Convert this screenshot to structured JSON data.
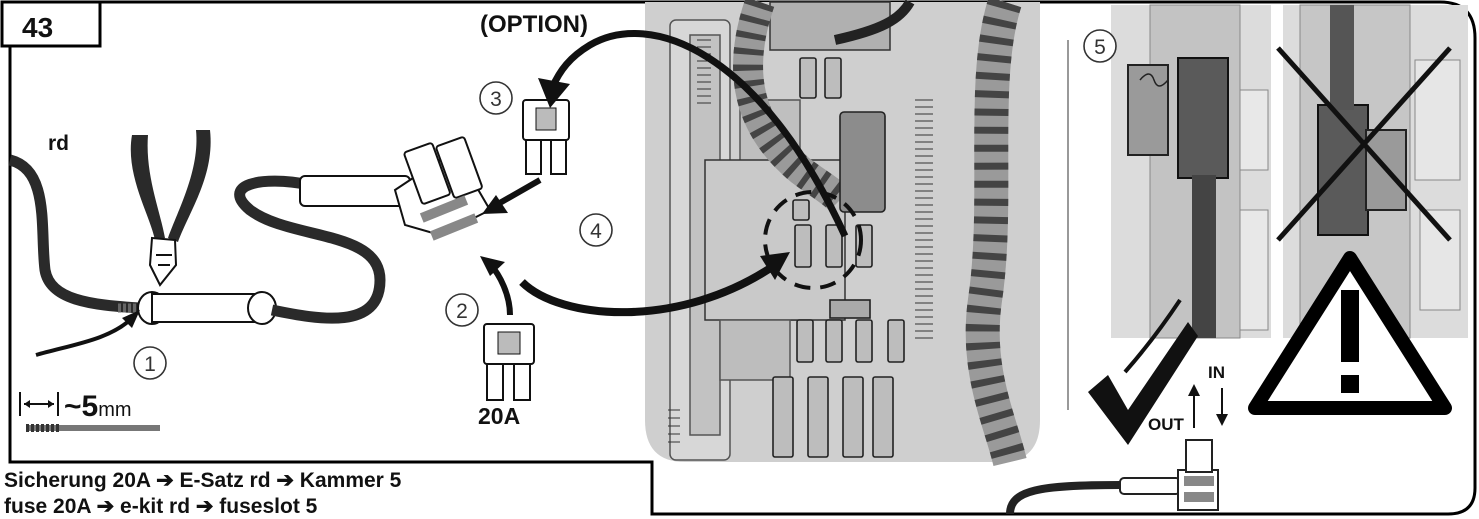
{
  "step_number": "43",
  "option_label": "(OPTION)",
  "wire_color_label": "rd",
  "strip_length": {
    "prefix": "~",
    "value": "5",
    "unit": "mm"
  },
  "fuse_rating_label": "20A",
  "steps": {
    "one": "1",
    "two": "2",
    "three": "3",
    "four": "4",
    "five": "5"
  },
  "direction_labels": {
    "in": "IN",
    "out": "OUT"
  },
  "instructions": {
    "de": "Sicherung 20A ➔ E-Satz rd ➔ Kammer 5",
    "en": "fuse 20A ➔ e-kit rd ➔ fuseslot 5"
  },
  "colors": {
    "outline": "#000000",
    "panel_gray": "#c8c8c8",
    "panel_light": "#e2e2e2",
    "cable": "#2b2b2b",
    "fuse_fill": "#ffffff"
  },
  "icons": [
    "pliers-icon",
    "checkmark-icon",
    "cross-icon",
    "warning-triangle-icon"
  ]
}
